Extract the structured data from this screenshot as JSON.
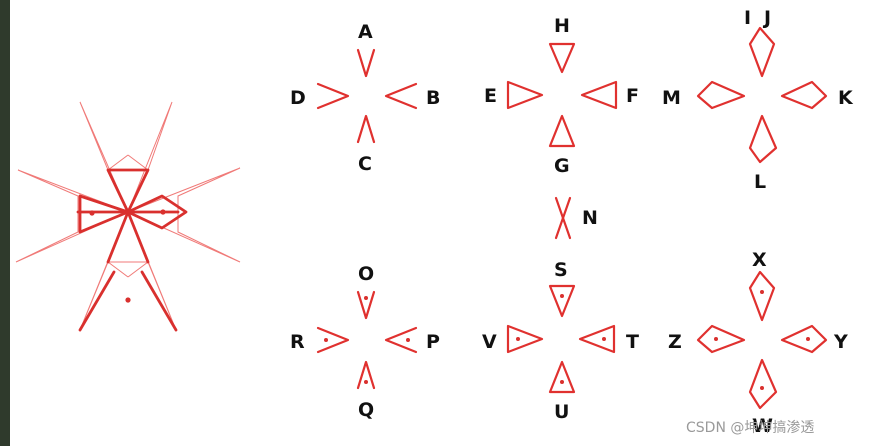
{
  "letters": {
    "A": "A",
    "B": "B",
    "C": "C",
    "D": "D",
    "H": "H",
    "F": "F",
    "G": "G",
    "E": "E",
    "I": "I",
    "J": "J",
    "K": "K",
    "L": "L",
    "M": "M",
    "N": "N",
    "O": "O",
    "P": "P",
    "Q": "Q",
    "R": "R",
    "S": "S",
    "T": "T",
    "U": "U",
    "V": "V",
    "X": "X",
    "Y": "Y",
    "W": "W",
    "Z": "Z"
  },
  "watermark": "CSDN @坤坤搞渗透",
  "colors": {
    "stroke": "#e0312f",
    "faint": "#f07a78",
    "frame": "#2f3a2c"
  }
}
